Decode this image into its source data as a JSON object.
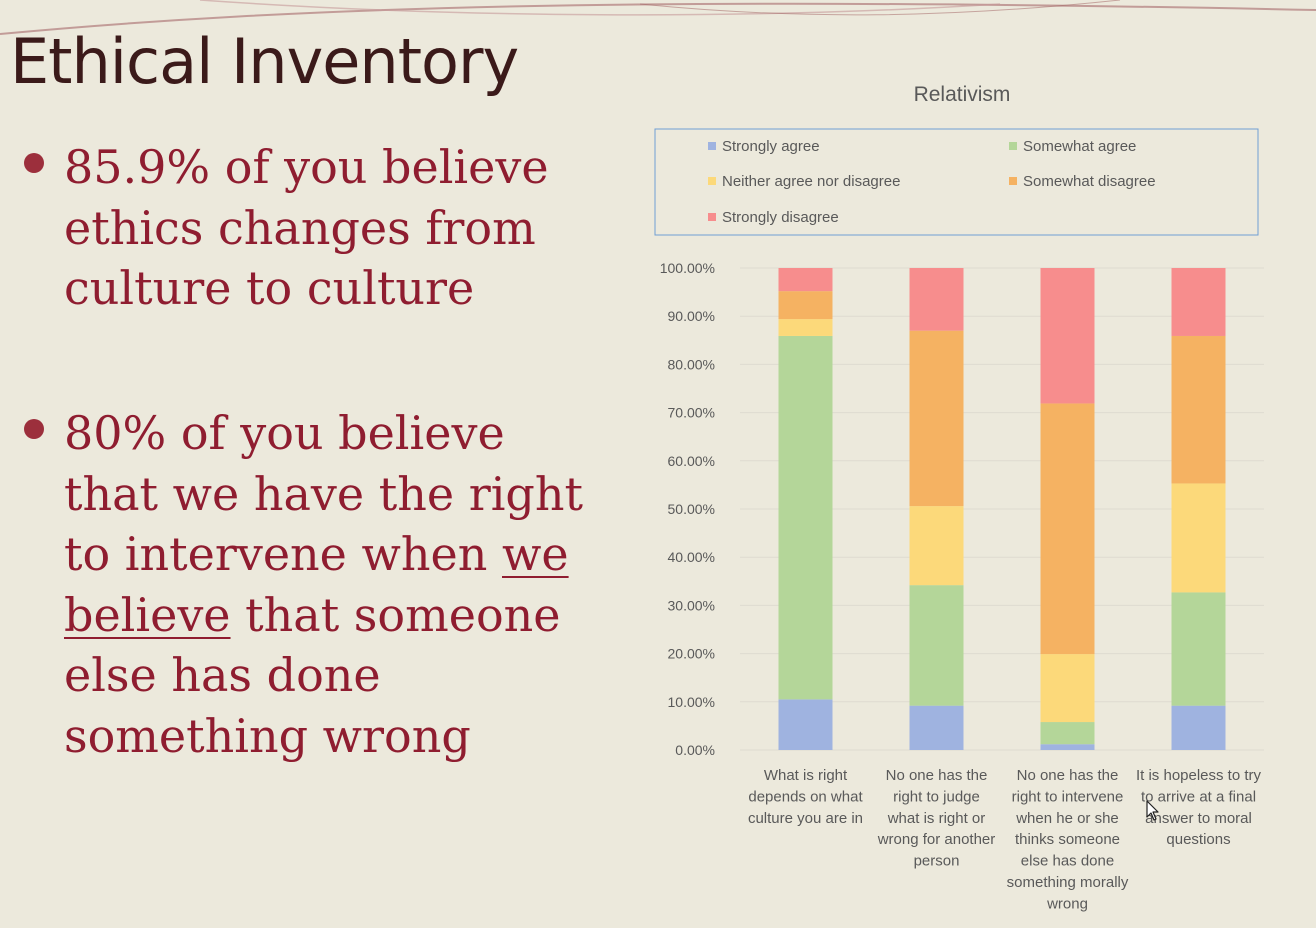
{
  "slide": {
    "title": "Ethical Inventory",
    "bullet_1": "85.9% of you believe ethics changes from culture to culture",
    "bullet_2_before": "80% of you believe that we have the right to intervene when ",
    "bullet_2_underlined": "we believe",
    "bullet_2_after": " that someone else has done something wrong"
  },
  "colors": {
    "background": "#ece9dc",
    "title": "#3b1a1a",
    "bullet_text": "#8f1d30",
    "bullet_dot": "#9c2f3c"
  },
  "chart_data": {
    "type": "bar",
    "stacked": true,
    "title": "Relativism",
    "xlabel": "",
    "ylabel": "",
    "ylim": [
      0,
      100
    ],
    "y_ticks": [
      "0.00%",
      "10.00%",
      "20.00%",
      "30.00%",
      "40.00%",
      "50.00%",
      "60.00%",
      "70.00%",
      "80.00%",
      "90.00%",
      "100.00%"
    ],
    "grid": true,
    "legend_position": "top",
    "categories": [
      "What is right depends on what culture you are in",
      "No one has the right to judge what is right or wrong for another person",
      "No one has the right to intervene when he or she thinks someone else has done something morally wrong",
      "It is hopeless to try to arrive at a final answer to moral questions"
    ],
    "category_lines": [
      [
        "What is right",
        "depends on what",
        "culture you are in"
      ],
      [
        "No one has the",
        "right to judge",
        "what is right or",
        "wrong for another",
        "person"
      ],
      [
        "No one has the",
        "right to intervene",
        "when he or she",
        "thinks someone",
        "else has done",
        "something morally",
        "wrong"
      ],
      [
        "It is hopeless to try",
        "to arrive at a final",
        "answer to moral",
        "questions"
      ]
    ],
    "series": [
      {
        "name": "Strongly agree",
        "color": "#9fb3e0",
        "values": [
          10.5,
          9.2,
          1.2,
          9.2
        ]
      },
      {
        "name": "Somewhat agree",
        "color": "#b4d699",
        "values": [
          75.4,
          25.0,
          4.6,
          23.5
        ]
      },
      {
        "name": "Neither agree nor disagree",
        "color": "#fcd97a",
        "values": [
          3.5,
          16.4,
          14.1,
          22.6
        ]
      },
      {
        "name": "Somewhat disagree",
        "color": "#f5b262",
        "values": [
          5.8,
          36.4,
          52.0,
          30.6
        ]
      },
      {
        "name": "Strongly disagree",
        "color": "#f78d8d",
        "values": [
          4.8,
          13.0,
          28.1,
          14.1
        ]
      }
    ]
  }
}
